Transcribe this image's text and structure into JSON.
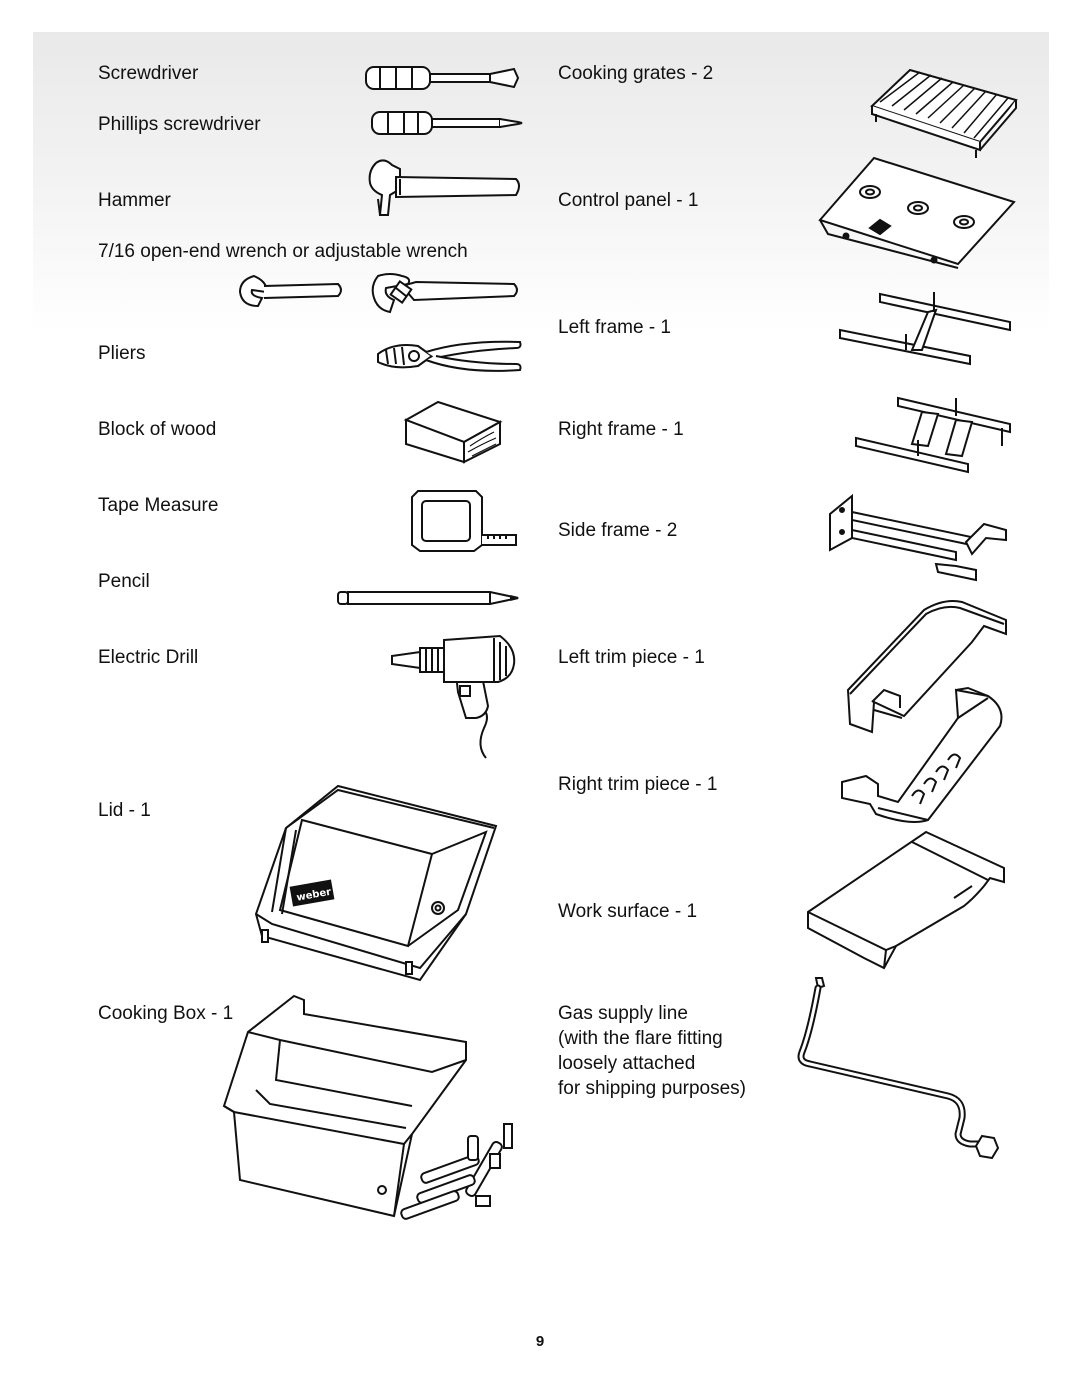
{
  "tools": {
    "screwdriver": "Screwdriver",
    "phillips": "Phillips screwdriver",
    "hammer": "Hammer",
    "wrench": "7/16 open-end wrench or adjustable wrench",
    "pliers": "Pliers",
    "wood": "Block of wood",
    "tape": "Tape Measure",
    "pencil": "Pencil",
    "drill": "Electric Drill"
  },
  "parts": {
    "lid": "Lid - 1",
    "cooking_box": "Cooking Box - 1",
    "cooking_grates": "Cooking grates - 2",
    "control_panel": "Control panel - 1",
    "left_frame": "Left frame - 1",
    "right_frame": "Right frame - 1",
    "side_frame": "Side frame - 2",
    "left_trim": "Left trim piece - 1",
    "right_trim": "Right trim piece - 1",
    "work_surface": "Work surface - 1",
    "gas_line": [
      "Gas supply line",
      "(with the flare fitting",
      "loosely attached",
      "for shipping purposes)"
    ]
  },
  "brand_mark": "weber",
  "page_number": "9"
}
